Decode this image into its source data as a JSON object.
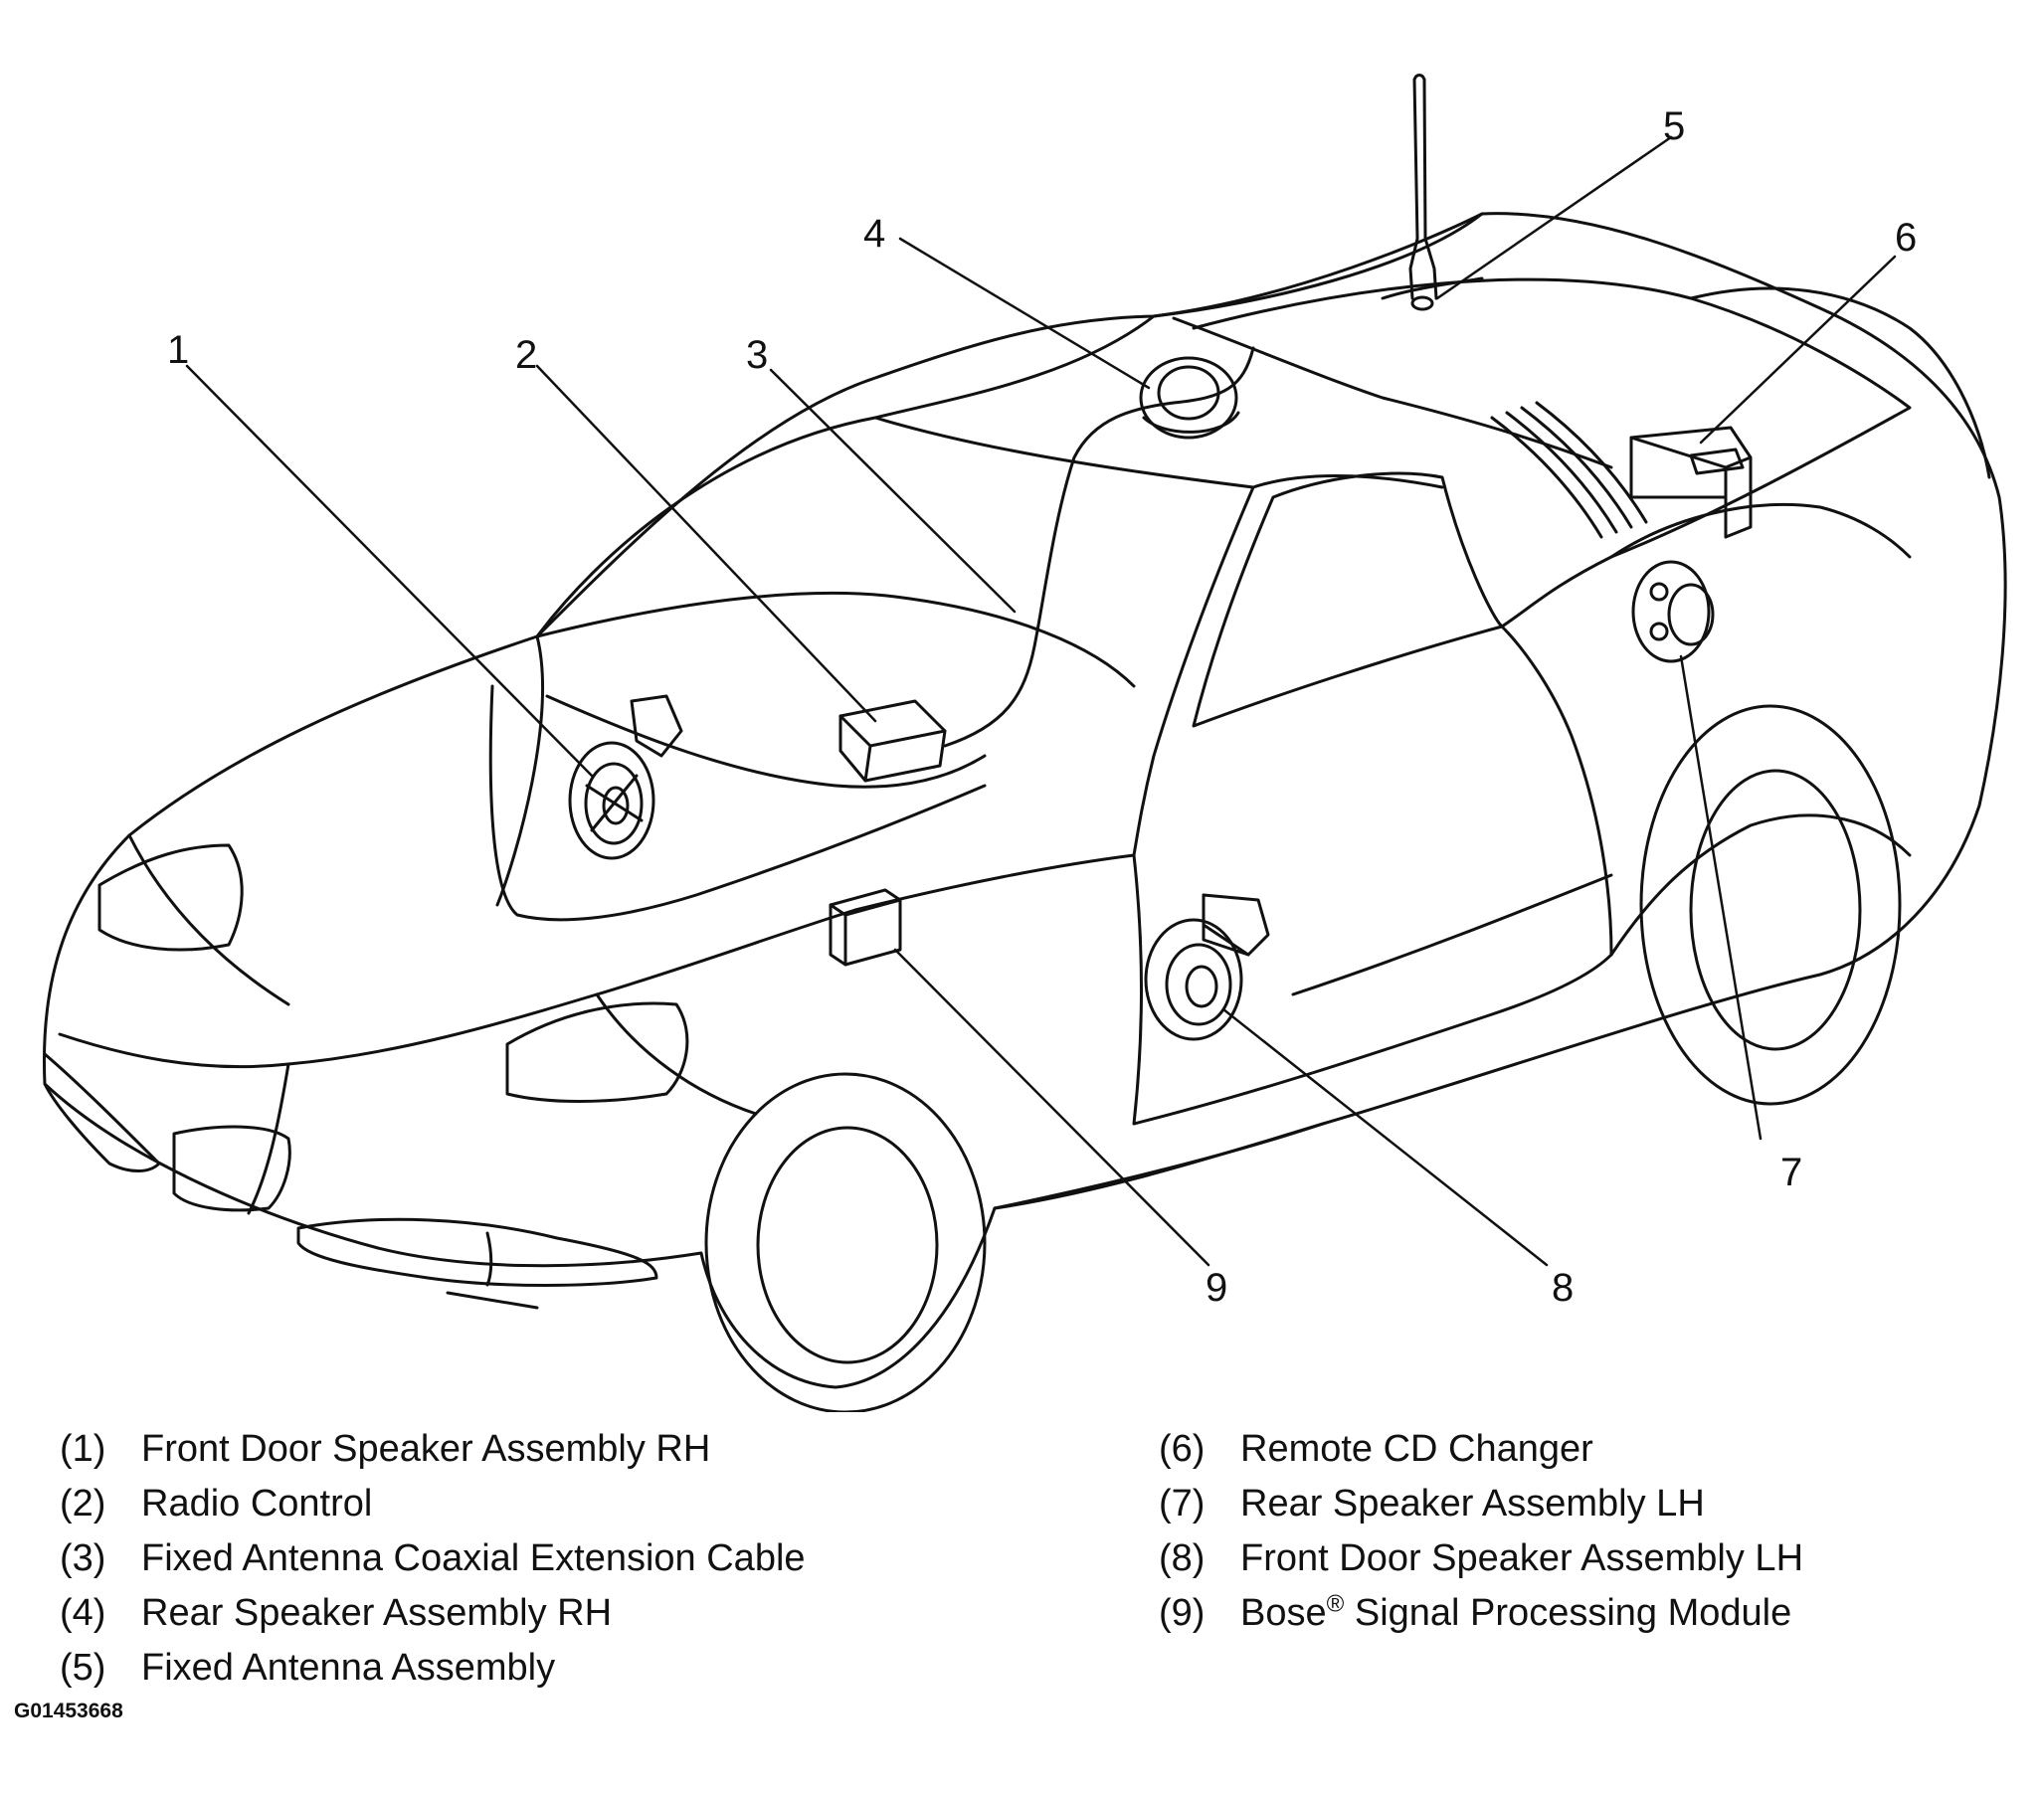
{
  "callouts": [
    {
      "number": "1",
      "label": "Front Door Speaker Assembly RH"
    },
    {
      "number": "2",
      "label": "Radio Control"
    },
    {
      "number": "3",
      "label": "Fixed Antenna Coaxial Extension Cable"
    },
    {
      "number": "4",
      "label": "Rear Speaker Assembly RH"
    },
    {
      "number": "5",
      "label": "Fixed Antenna Assembly"
    },
    {
      "number": "6",
      "label": "Remote CD Changer"
    },
    {
      "number": "7",
      "label": "Rear Speaker Assembly LH"
    },
    {
      "number": "8",
      "label": "Front Door Speaker Assembly LH"
    },
    {
      "number": "9",
      "label": "Bose",
      "label_superscript": "®",
      "label_suffix": " Signal Processing Module"
    }
  ],
  "legend_numbers": [
    "(1)",
    "(2)",
    "(3)",
    "(4)",
    "(5)",
    "(6)",
    "(7)",
    "(8)",
    "(9)"
  ],
  "figure_code": "G01453668",
  "colors": {
    "line": "#111111",
    "background": "#ffffff"
  }
}
